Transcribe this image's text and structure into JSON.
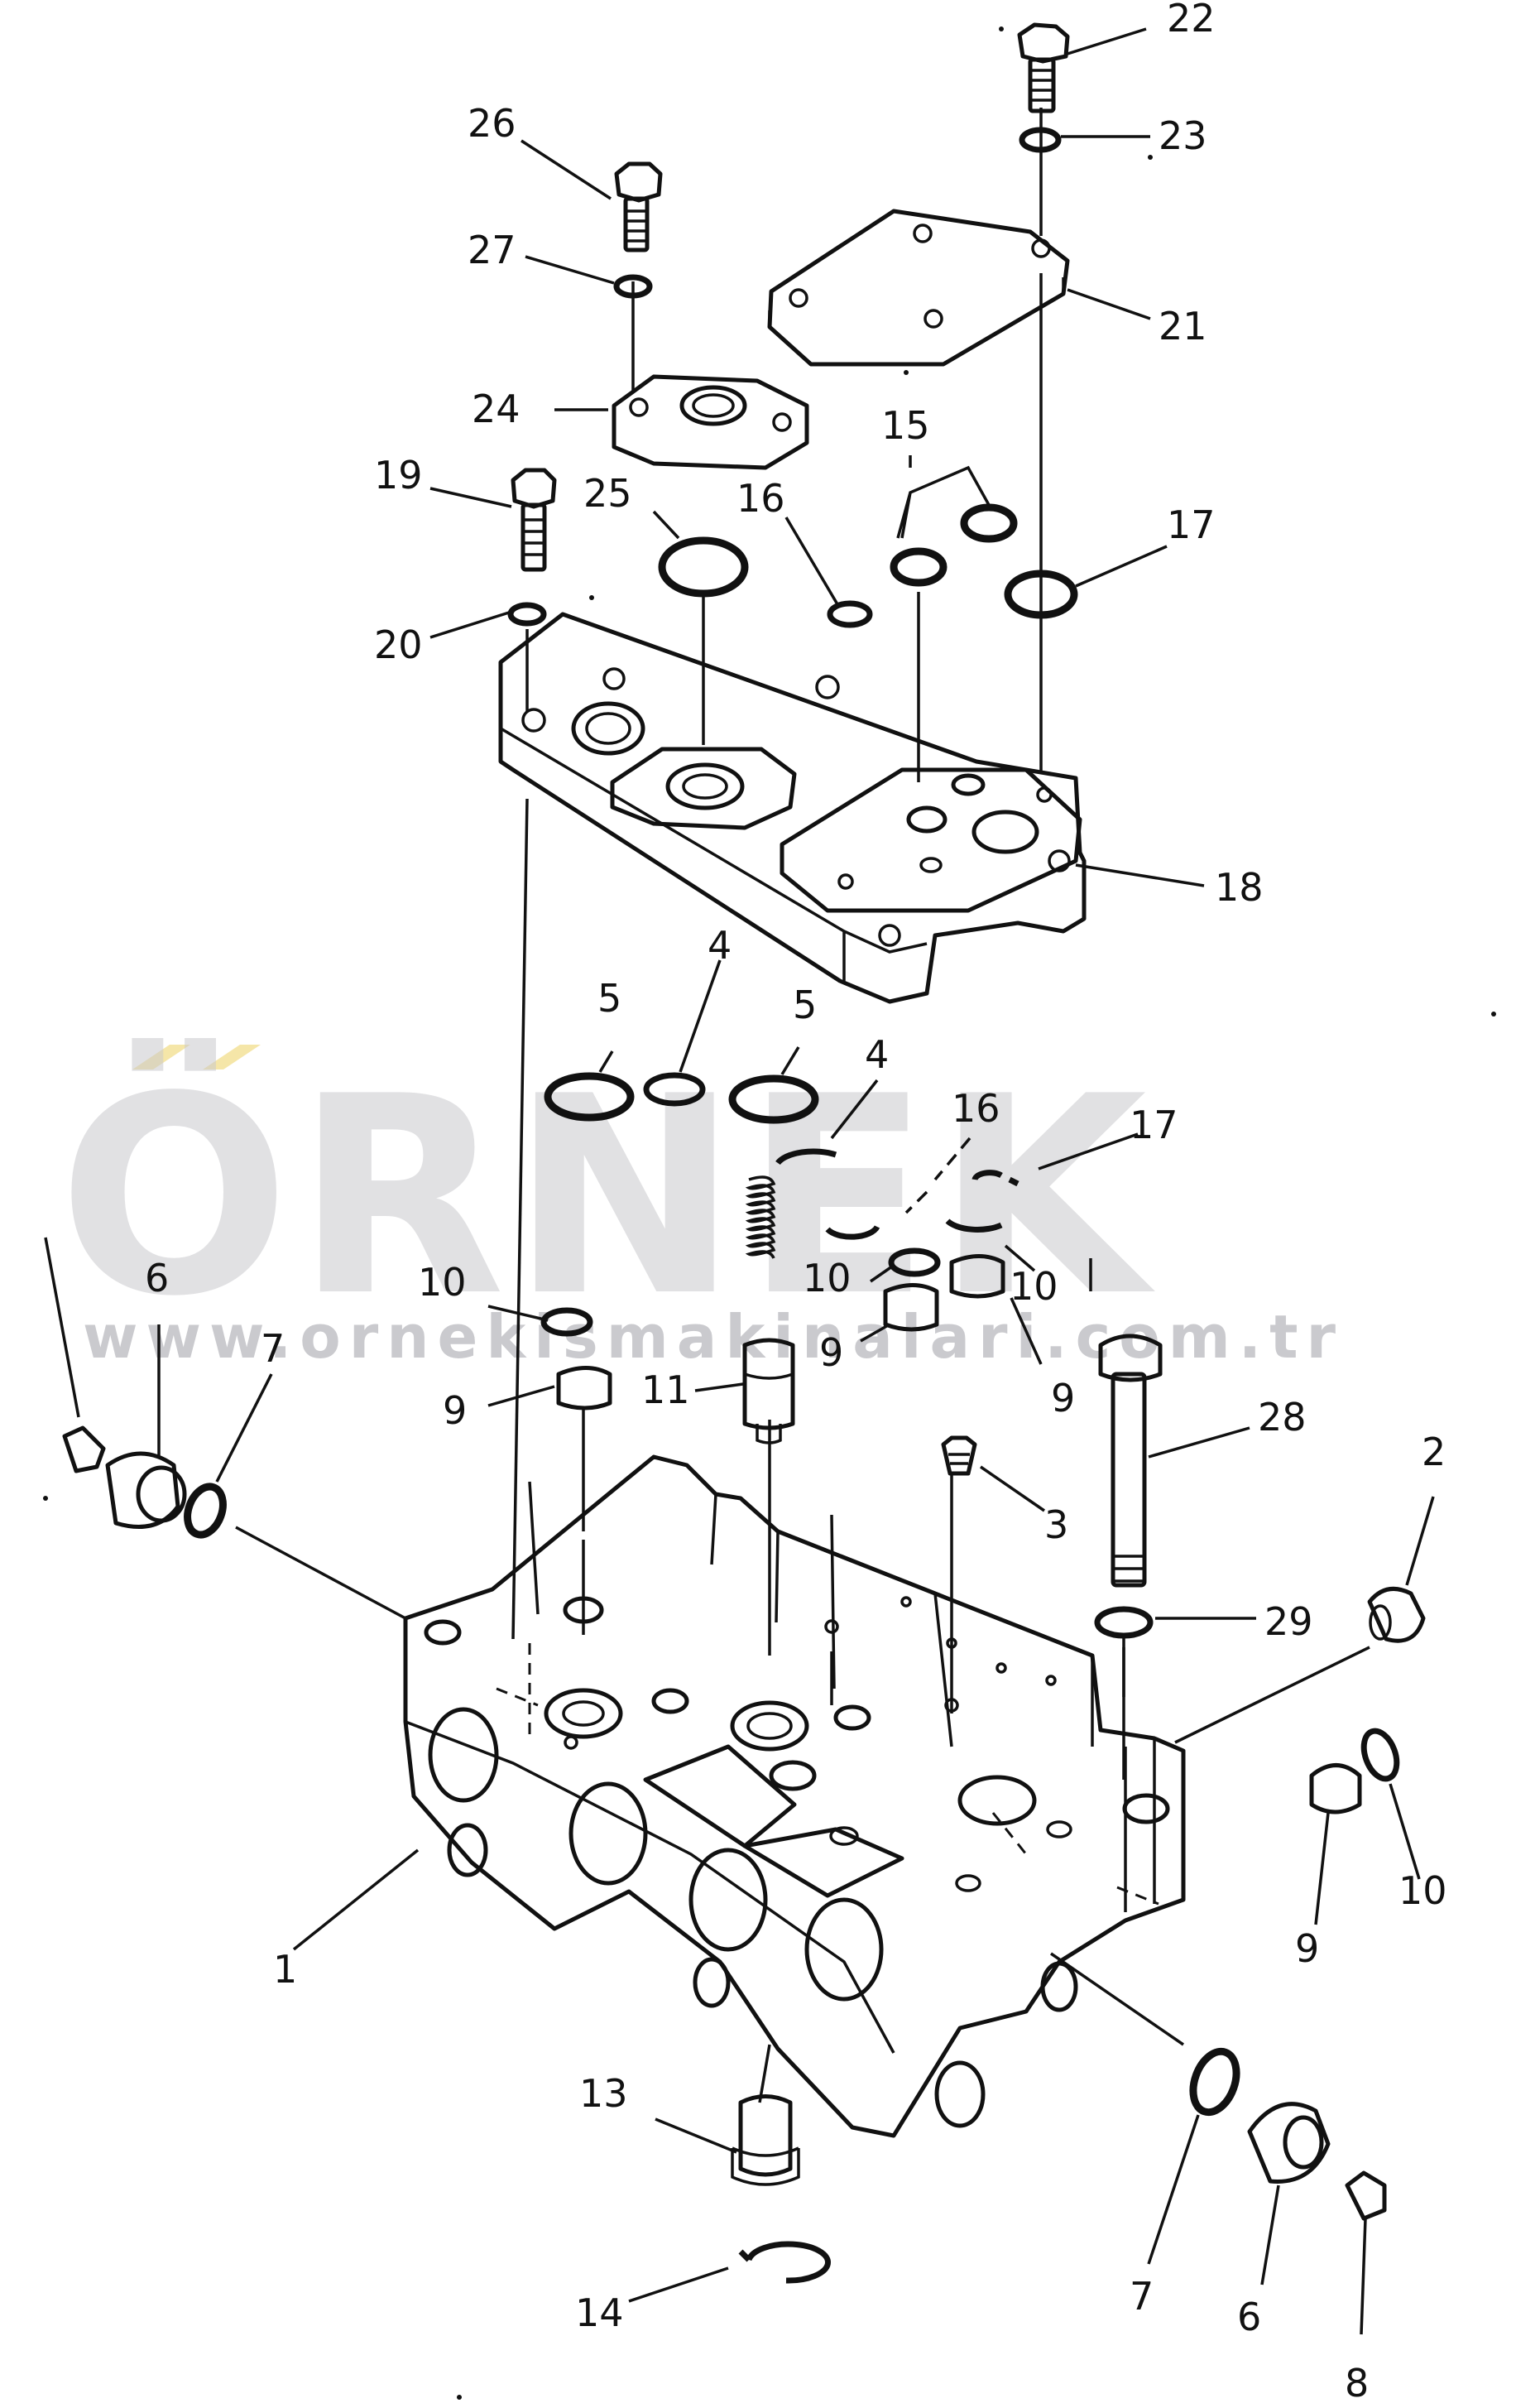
{
  "watermark": {
    "brand": "ÖRNEK",
    "url": "www.ornekismakinalari.com.tr",
    "color": "#c9c9cc",
    "accent": "#f5e6a8"
  },
  "callouts": [
    {
      "id": "c1",
      "text": "1"
    },
    {
      "id": "c2",
      "text": "2"
    },
    {
      "id": "c3",
      "text": "3"
    },
    {
      "id": "c4a",
      "text": "4"
    },
    {
      "id": "c4b",
      "text": "4"
    },
    {
      "id": "c5a",
      "text": "5"
    },
    {
      "id": "c5b",
      "text": "5"
    },
    {
      "id": "c6a",
      "text": "6"
    },
    {
      "id": "c6b",
      "text": "6"
    },
    {
      "id": "c7a",
      "text": "7"
    },
    {
      "id": "c7b",
      "text": "7"
    },
    {
      "id": "c8",
      "text": "8"
    },
    {
      "id": "c9a",
      "text": "9"
    },
    {
      "id": "c9b",
      "text": "9"
    },
    {
      "id": "c9c",
      "text": "9"
    },
    {
      "id": "c9d",
      "text": "9"
    },
    {
      "id": "c10a",
      "text": "10"
    },
    {
      "id": "c10b",
      "text": "10"
    },
    {
      "id": "c10c",
      "text": "10"
    },
    {
      "id": "c10d",
      "text": "10"
    },
    {
      "id": "c11",
      "text": "11"
    },
    {
      "id": "c13",
      "text": "13"
    },
    {
      "id": "c14",
      "text": "14"
    },
    {
      "id": "c15",
      "text": "15"
    },
    {
      "id": "c16a",
      "text": "16"
    },
    {
      "id": "c16b",
      "text": "16"
    },
    {
      "id": "c17a",
      "text": "17"
    },
    {
      "id": "c17b",
      "text": "17"
    },
    {
      "id": "c18",
      "text": "18"
    },
    {
      "id": "c19",
      "text": "19"
    },
    {
      "id": "c20",
      "text": "20"
    },
    {
      "id": "c21",
      "text": "21"
    },
    {
      "id": "c22",
      "text": "22"
    },
    {
      "id": "c23",
      "text": "23"
    },
    {
      "id": "c24",
      "text": "24"
    },
    {
      "id": "c25",
      "text": "25"
    },
    {
      "id": "c26",
      "text": "26"
    },
    {
      "id": "c27",
      "text": "27"
    },
    {
      "id": "c28",
      "text": "28"
    },
    {
      "id": "c29",
      "text": "29"
    }
  ]
}
